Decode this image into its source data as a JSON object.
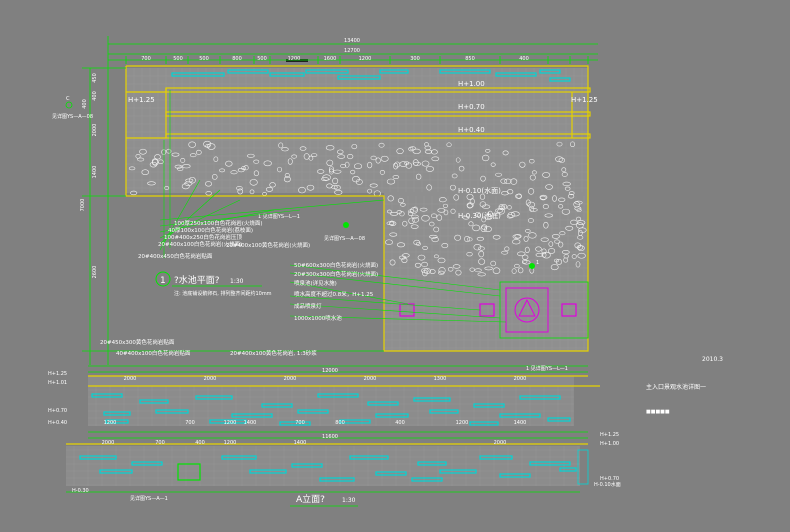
{
  "texts": {
    "top_dim_total": "13400",
    "top_dim_total2": "12700",
    "top_dims": [
      "700",
      "500",
      "500",
      "800",
      "500",
      "1200",
      "1600",
      "1200",
      "300",
      "850",
      "400"
    ],
    "left_dims": [
      "450",
      "400",
      "400",
      "2000",
      "1400",
      "2600",
      "7000"
    ],
    "section_mark_c": "C",
    "section_ref_left": "见详图YS—A—08",
    "elev_125_left": "H+1.25",
    "elev_125_right": "H+1.25",
    "elev_100": "H+1.00",
    "elev_070": "H+0.70",
    "elev_040": "H+0.40",
    "elev_010": "H-0.10(水面)",
    "elev_030": "H-0.30(池底)",
    "callout_1": "1",
    "callout_1_ref": "1 见详图YS—L—1",
    "callout_a": "A",
    "callout_a_ref": "见详图YS—A—08",
    "notes_left": [
      "100厚250x100白色花岗岩(火烧面)",
      "40厚100x100白色花岗岩(荔枝面)",
      "100#400x250白色花岗岩压顶",
      "20#400x100白色花岗岩(火烧面)",
      "20#400x450白色花岗岩贴面"
    ],
    "note_center": "20#400x100黄色花岗岩(火烧面)",
    "notes_right": [
      "50#600x300白色花岗岩(火烧面)",
      "20#300x300白色花岗岩(火烧面)",
      "喷泉池(详见水施)",
      "喷水高度不超过0.8米，H+1.25",
      "成品喷泉灯",
      "1000x1000喷水池"
    ],
    "plan_title_num": "1",
    "plan_title": "?水池平面?",
    "plan_scale": "1:30",
    "plan_note": "注: 池底铺设鹅卵石, 排列整齐间距约10mm",
    "note_450": "20#450x300黄色花岗岩贴面",
    "note_40": "40#400x100白色花岗岩贴面",
    "note_20": "20#400x100黄色花岗岩, 1:3砂浆",
    "elevation_refs": [
      "1 见详图YS—L—1",
      "见详图YS—A—1"
    ],
    "elev_dims_total": "12000",
    "elev_dims_total2": "11600",
    "elev_row1": [
      "2000",
      "2000",
      "2000",
      "2000",
      "1300",
      "2000"
    ],
    "elev_row2": [
      "1200",
      "700",
      "1200",
      "1400",
      "700",
      "800",
      "400",
      "1200",
      "1400"
    ],
    "elev_row3": [
      "2000",
      "700",
      "400",
      "1200",
      "1400",
      "2000"
    ],
    "left_elev": [
      "H+1.25",
      "H+1.01",
      "H+0.70",
      "H+0.40"
    ],
    "right_elev": [
      "H+1.25",
      "H+1.00",
      "H+0.70"
    ],
    "elev_bottom_labels": [
      "H-0.30",
      "H-0.10水面"
    ],
    "elevation_title": "A立面?",
    "elevation_scale": "1:30",
    "legend_date": "2010.3",
    "legend_title": "主入口景观水池详图一",
    "legend_sub": "■■■■■"
  },
  "colors": {
    "background": "#808080",
    "dimension": "#00e600",
    "outline": "#e6d200",
    "stone": "#00d6d6",
    "fountain": "#e000e0",
    "text": "#ffffff"
  }
}
